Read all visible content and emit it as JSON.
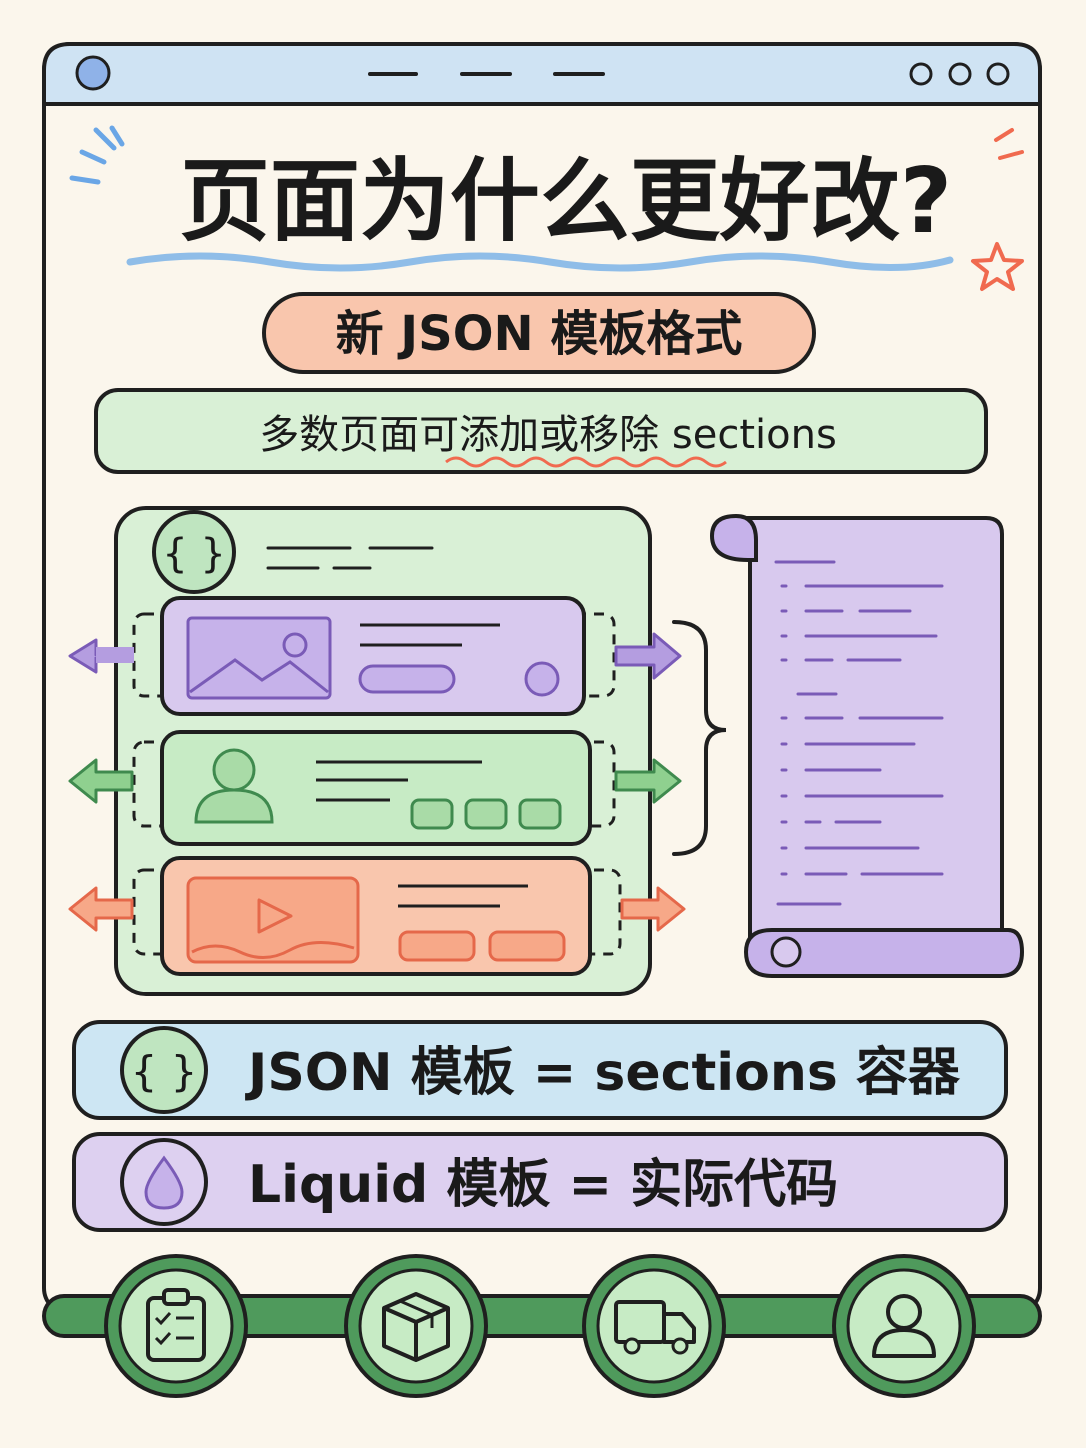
{
  "header": {
    "title": "页面为什么更好改?"
  },
  "badge": {
    "label": "新 JSON 模板格式"
  },
  "subtitle": {
    "text": "多数页面可添加或移除 sections"
  },
  "panel": {
    "json_icon": "{ }"
  },
  "equations": [
    {
      "icon": "{ }",
      "text": "JSON 模板 = sections 容器",
      "icon_name": "json-braces-icon"
    },
    {
      "icon": "drop",
      "text": "Liquid 模板 = 实际代码",
      "icon_name": "liquid-drop-icon"
    }
  ],
  "bottom_icons": [
    "clipboard-checklist-icon",
    "package-box-icon",
    "delivery-truck-icon",
    "user-profile-icon"
  ],
  "colors": {
    "background": "#fbf6ec",
    "window_bar": "#cfe3f3",
    "green_fill": "#d9f0d6",
    "green_stroke": "#3f8a4e",
    "purple_fill": "#d8c9ee",
    "purple_stroke": "#7a5bb7",
    "orange_fill": "#f9c6ad",
    "orange_stroke": "#e5684a",
    "blue_fill": "#cde6f3",
    "dark_stroke": "#1f1f1f"
  }
}
